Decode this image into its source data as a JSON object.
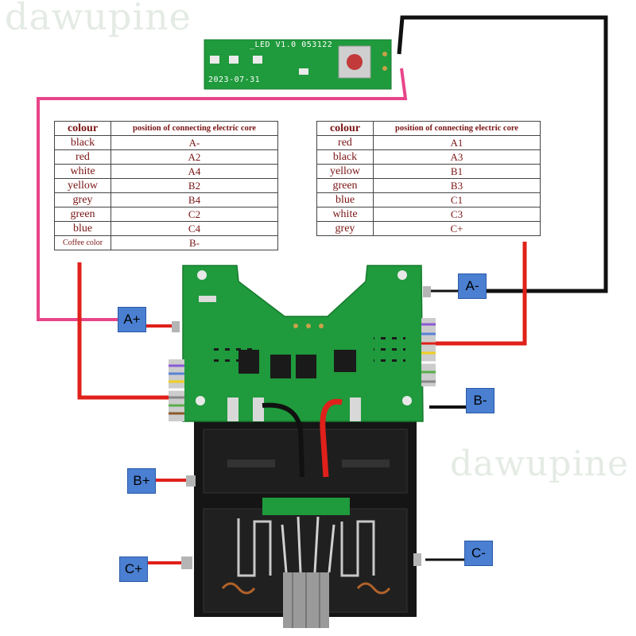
{
  "watermarks": [
    "dawupine",
    "dawupine"
  ],
  "led_board": {
    "title": "_LED V1.0 053122",
    "date": "2023-07-31"
  },
  "left_table": {
    "headers": [
      "colour",
      "position of connecting electric core"
    ],
    "rows": [
      [
        "black",
        "A-"
      ],
      [
        "red",
        "A2"
      ],
      [
        "white",
        "A4"
      ],
      [
        "yellow",
        "B2"
      ],
      [
        "grey",
        "B4"
      ],
      [
        "green",
        "C2"
      ],
      [
        "blue",
        "C4"
      ],
      [
        "Coffee color",
        "B-"
      ]
    ]
  },
  "right_table": {
    "headers": [
      "colour",
      "position of connecting electric core"
    ],
    "rows": [
      [
        "red",
        "A1"
      ],
      [
        "black",
        "A3"
      ],
      [
        "yellow",
        "B1"
      ],
      [
        "green",
        "B3"
      ],
      [
        "blue",
        "C1"
      ],
      [
        "white",
        "C3"
      ],
      [
        "grey",
        "C+"
      ]
    ]
  },
  "terminals": {
    "a_plus": "A+",
    "a_minus": "A-",
    "b_plus": "B+",
    "b_minus": "B-",
    "c_plus": "C+",
    "c_minus": "C-"
  },
  "colors": {
    "pcb_green": "#1f9a3c",
    "wire_red": "#e0201a",
    "wire_black": "#111111",
    "wire_pink": "#e8458a",
    "terminal_blue": "#4a7fd1",
    "table_text": "#7a1414"
  }
}
